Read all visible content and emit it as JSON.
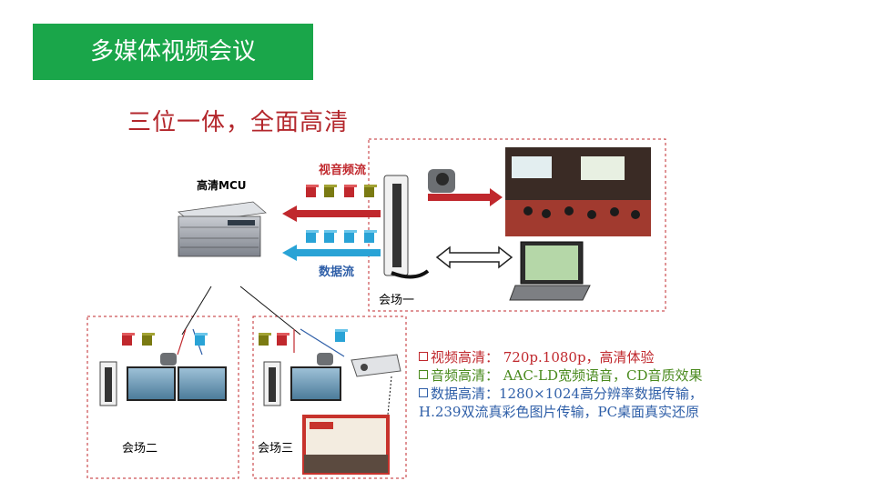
{
  "header": {
    "title": "多媒体视频会议"
  },
  "subtitle": "三位一体，全面高清",
  "diagram": {
    "mcu_label": "高清MCU",
    "av_stream_label": "视音频流",
    "data_stream_label": "数据流",
    "site_one_label": "会场一",
    "site_two_label": "会场二",
    "site_three_label": "会场三",
    "colors": {
      "red": "#c0282d",
      "blue": "#2f5fa8",
      "green": "#1aa64a",
      "olive": "#7a7a12",
      "cyan": "#29a3d6"
    }
  },
  "features": [
    {
      "text": "视频高清： 720p.1080p，高清体验"
    },
    {
      "text": "音频高清： AAC-LD宽频语音，CD音质效果"
    },
    {
      "text": "数据高清：1280×1024高分辨率数据传输，H.239双流真彩色图片传输，PC桌面真实还原"
    }
  ]
}
